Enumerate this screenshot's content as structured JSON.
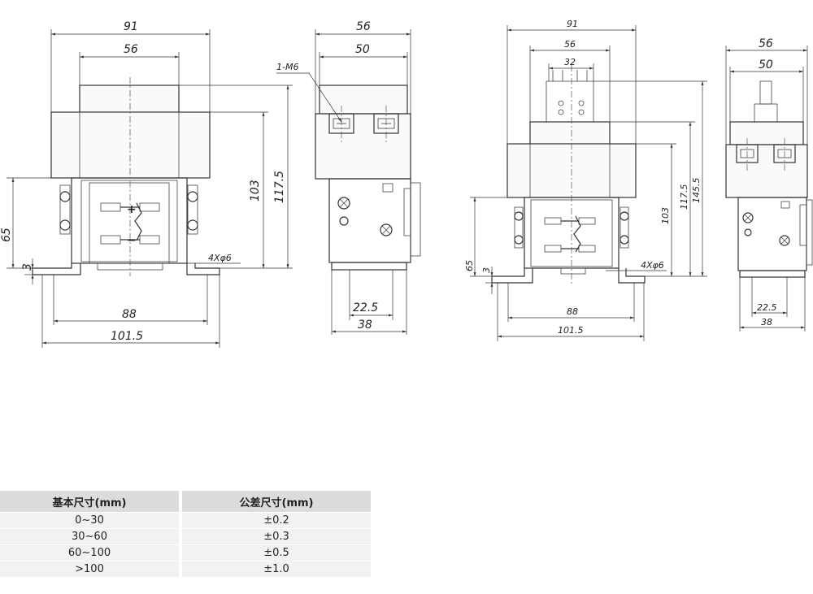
{
  "drawing": {
    "left_front": {
      "width_total": "91",
      "width_top": "56",
      "height_mid": "103",
      "height_total": "117.5",
      "height_low": "65",
      "foot": "3",
      "holes": "4Xφ6",
      "span_inner": "88",
      "span_outer": "101.5"
    },
    "left_side": {
      "width_outer": "56",
      "width_inner": "50",
      "terminal_note": "1-M6",
      "base_inner": "22.5",
      "base_outer": "38"
    },
    "right_front": {
      "width_total": "91",
      "width_mid": "56",
      "width_top": "32",
      "height_mid": "103",
      "height_117": "117.5",
      "height_total": "145.5",
      "height_low": "65",
      "foot": "3",
      "holes": "4Xφ6",
      "span_inner": "88",
      "span_outer": "101.5"
    },
    "right_side": {
      "width_outer": "56",
      "width_inner": "50",
      "base_inner": "22.5",
      "base_outer": "38"
    }
  },
  "tolerance_table": {
    "headers": [
      "基本尺寸(mm)",
      "公差尺寸(mm)"
    ],
    "rows": [
      [
        "0~30",
        "±0.2"
      ],
      [
        "30~60",
        "±0.3"
      ],
      [
        "60~100",
        "±0.5"
      ],
      [
        ">100",
        "±1.0"
      ]
    ]
  }
}
